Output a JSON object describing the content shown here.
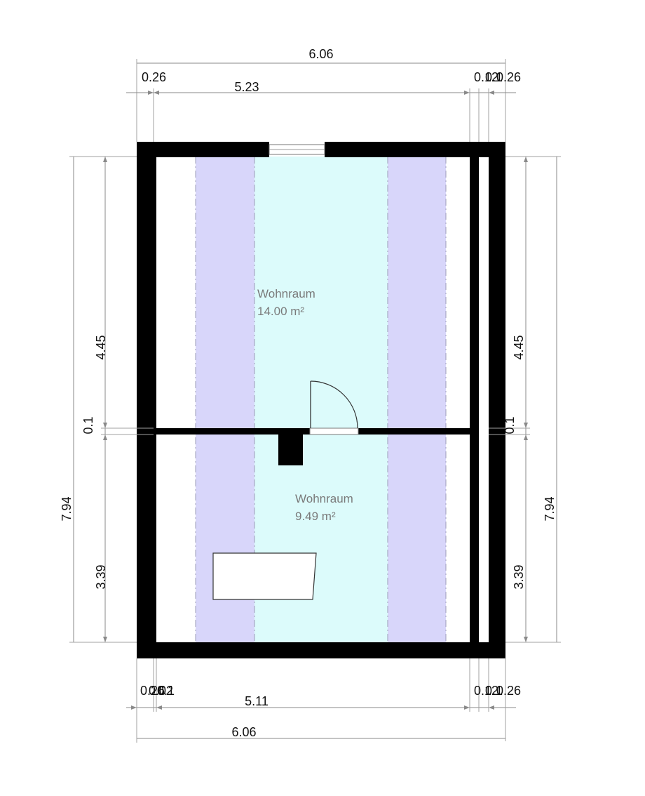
{
  "colors": {
    "wall": "#000000",
    "roof_slope_zone": "#d8d6fa",
    "full_height_zone": "#dcfbfb",
    "dimension_line": "#8a8a8a",
    "label_text": "#7a7a7a"
  },
  "rooms": [
    {
      "name": "Wohnraum",
      "area": "14.00 m²"
    },
    {
      "name": "Wohnraum",
      "area": "9.49 m²"
    }
  ],
  "dimensions": {
    "top_overall": "6.06",
    "top_left_wall": "0.26",
    "top_inner": "5.23",
    "top_right_cluster": "0.12",
    "top_right_a": "0.1",
    "top_right_wall": "0.26",
    "bottom_overall": "6.06",
    "bottom_left_cluster": "0.26",
    "bottom_left_a": "0.02",
    "bottom_left_b": "0.1",
    "bottom_inner": "5.11",
    "bottom_right_cluster": "0.12",
    "bottom_right_a": "0.1",
    "bottom_right_wall": "0.26",
    "left_overall": "7.94",
    "left_upper": "4.45",
    "left_middle": "0.1",
    "left_lower": "3.39",
    "right_overall": "7.94",
    "right_upper": "4.45",
    "right_middle": "0.1",
    "right_lower": "3.39"
  }
}
